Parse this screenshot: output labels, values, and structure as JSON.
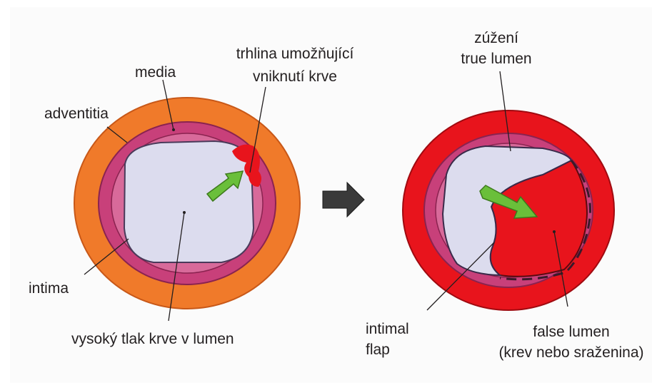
{
  "diagram": {
    "left": {
      "media": "media",
      "adventitia": "adventitia",
      "tear_line1": "trhlina umožňující",
      "tear_line2": "vniknutí krve",
      "intima": "intima",
      "lumen": "vysoký tlak krve v lumen"
    },
    "right": {
      "narrow_line1": "zúžení",
      "narrow_line2": "true lumen",
      "flap_line1": "intimal",
      "flap_line2": "flap",
      "false_line1": "false lumen",
      "false_line2": "(krev nebo sraženina)"
    }
  },
  "colors": {
    "adventitia": "#f07a2a",
    "media": "#c8407a",
    "intima": "#d86a9a",
    "lumen": "#dcdcee",
    "blood": "#e8141c",
    "arrow": "#6abf3a",
    "transition_arrow": "#3a3a3a"
  }
}
